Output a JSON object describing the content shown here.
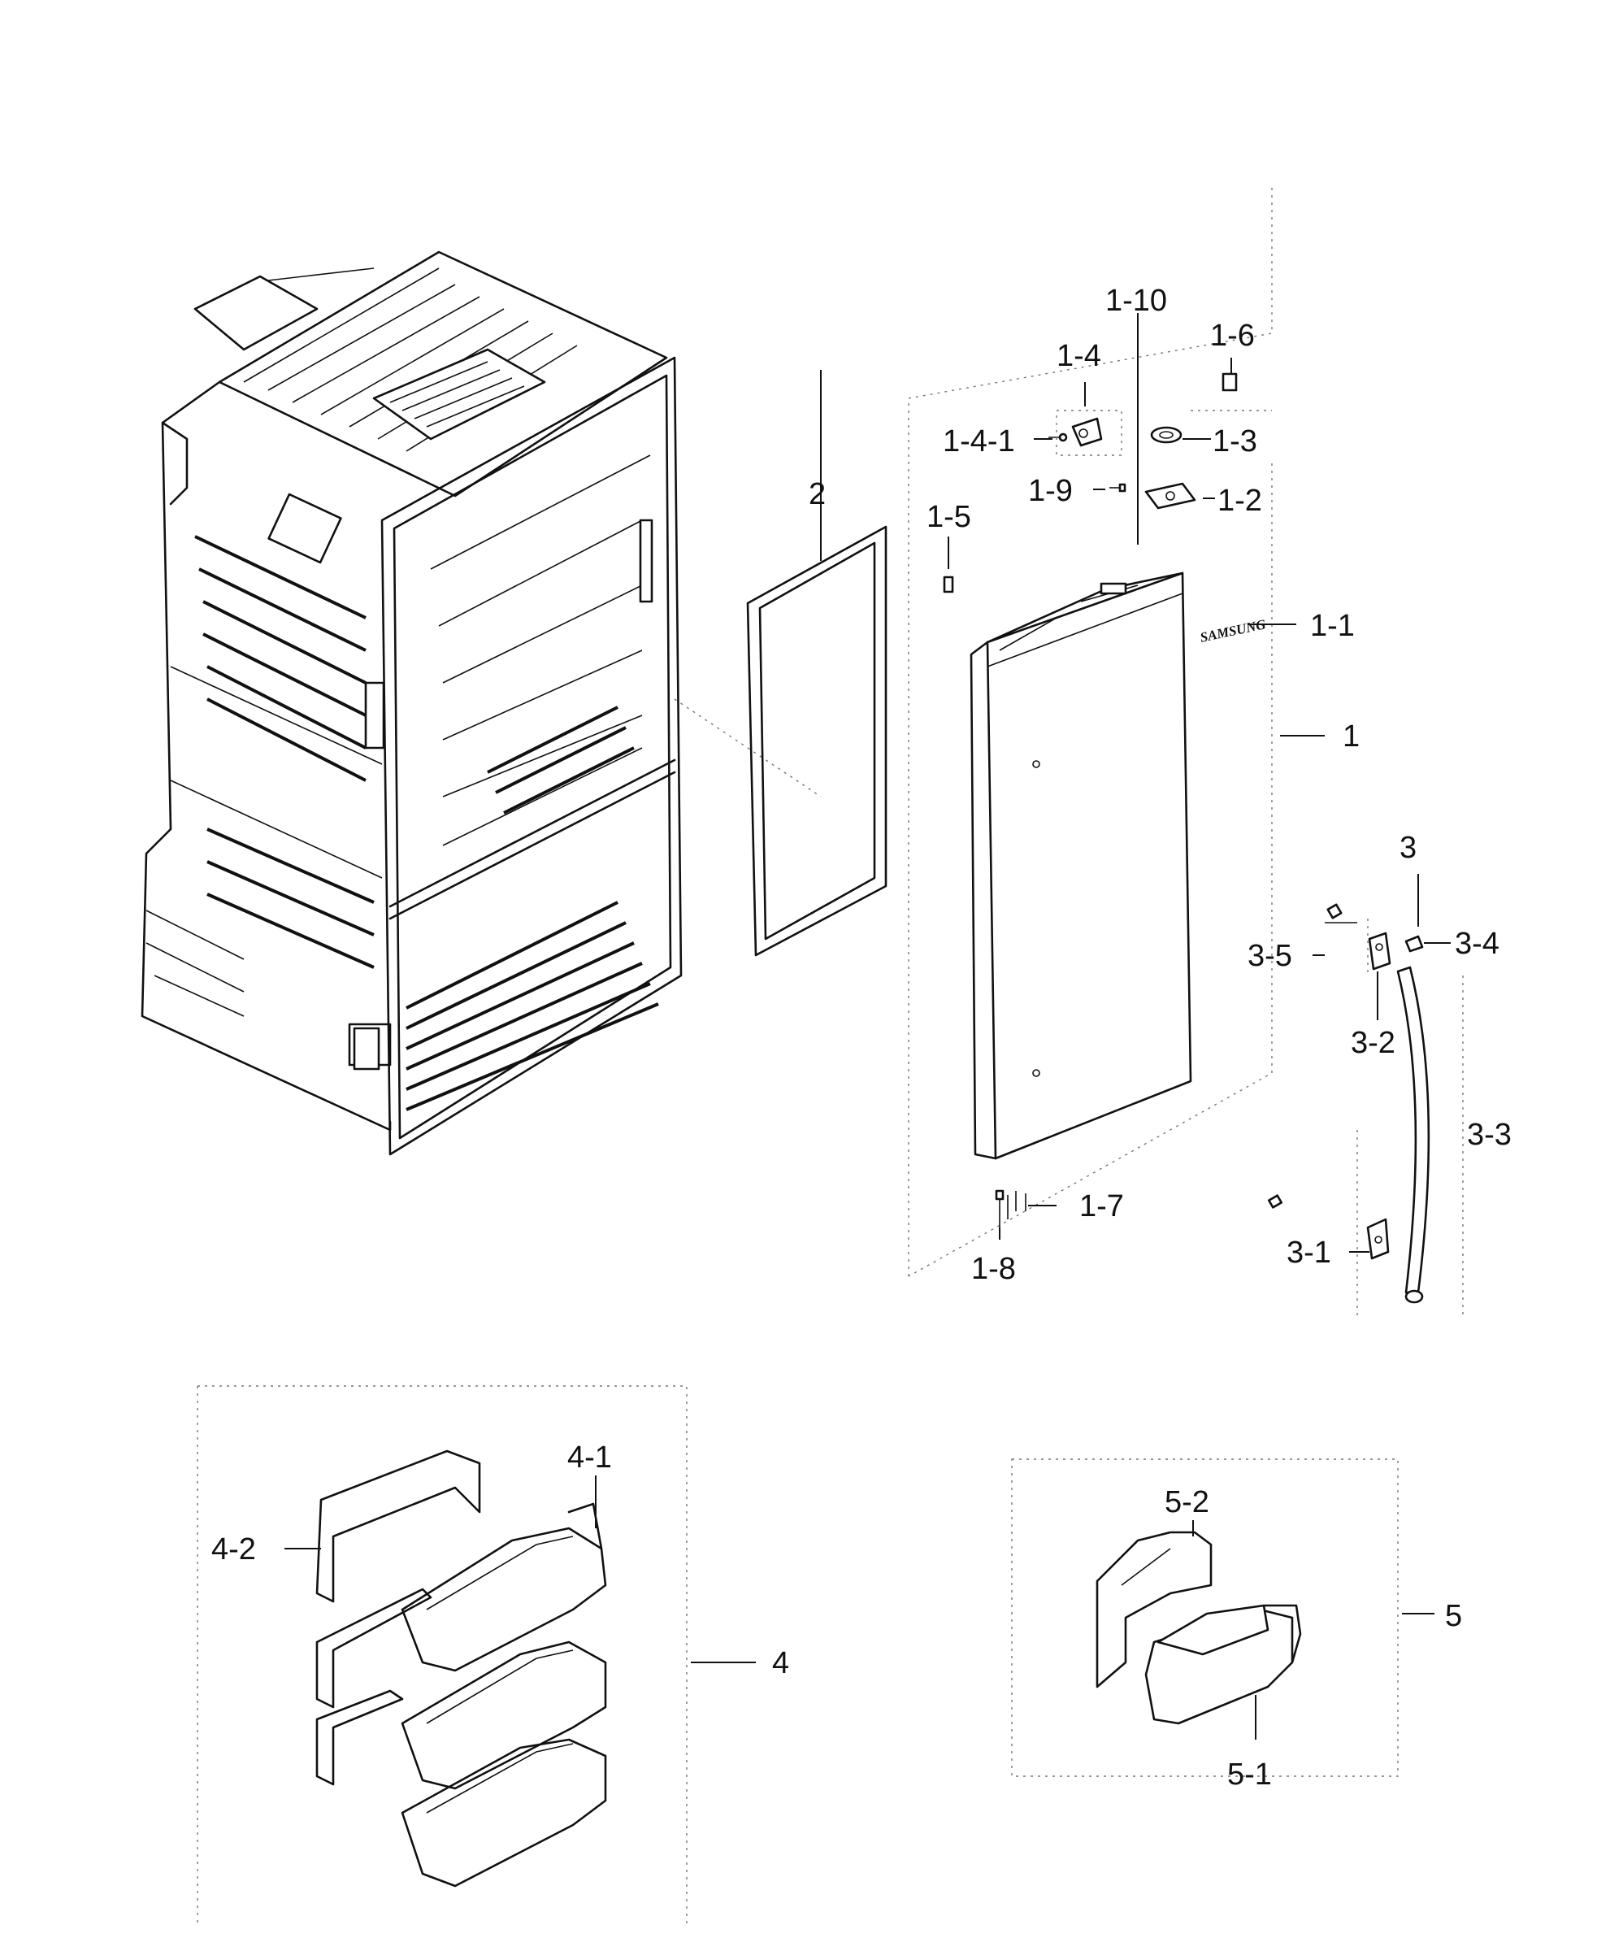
{
  "callouts": {
    "c1_10": "1-10",
    "c1_6": "1-6",
    "c1_4": "1-4",
    "c1_4_1": "1-4-1",
    "c1_3": "1-3",
    "c1_9": "1-9",
    "c1_2": "1-2",
    "c2": "2",
    "c1_5": "1-5",
    "c1_1": "1-1",
    "c1": "1",
    "c3": "3",
    "c3_4": "3-4",
    "c3_5": "3-5",
    "c3_2": "3-2",
    "c3_3": "3-3",
    "c1_7": "1-7",
    "c1_8": "1-8",
    "c3_1": "3-1",
    "c4_1": "4-1",
    "c4_2": "4-2",
    "c4": "4",
    "c5_2": "5-2",
    "c5": "5",
    "c5_1": "5-1"
  },
  "brand_mark": "SAMSUNG",
  "colors": {
    "line": "#111111",
    "dotted": "#777777",
    "background": "#ffffff"
  }
}
